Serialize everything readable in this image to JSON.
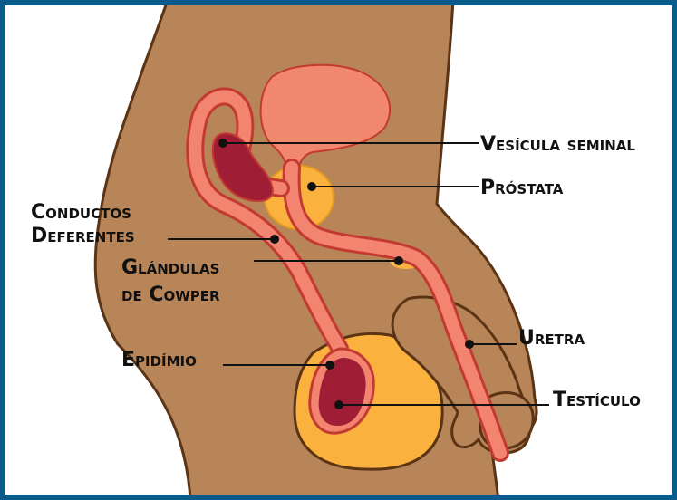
{
  "colors": {
    "frame": "#0a5a8c",
    "skin": "#b88559",
    "outline": "#5a3414",
    "duct": "#f28470",
    "duct_edge": "#c23a32",
    "bladder": "#f2876f",
    "prostate": "#fbb13e",
    "scrotum": "#fbb13e",
    "testicle": "#a01e35",
    "vesicle": "#a01e35",
    "text": "#111111"
  },
  "labels": {
    "vesicula_seminal": "Vesícula seminal",
    "prostata": "Próstata",
    "conductos_line1": "Conductos",
    "conductos_line2": "Deferentes",
    "glandulas_line1": "Glándulas",
    "glandulas_line2": "de Cowper",
    "uretra": "Uretra",
    "epididimo": "Epidímio",
    "testiculo": "Testículo"
  }
}
